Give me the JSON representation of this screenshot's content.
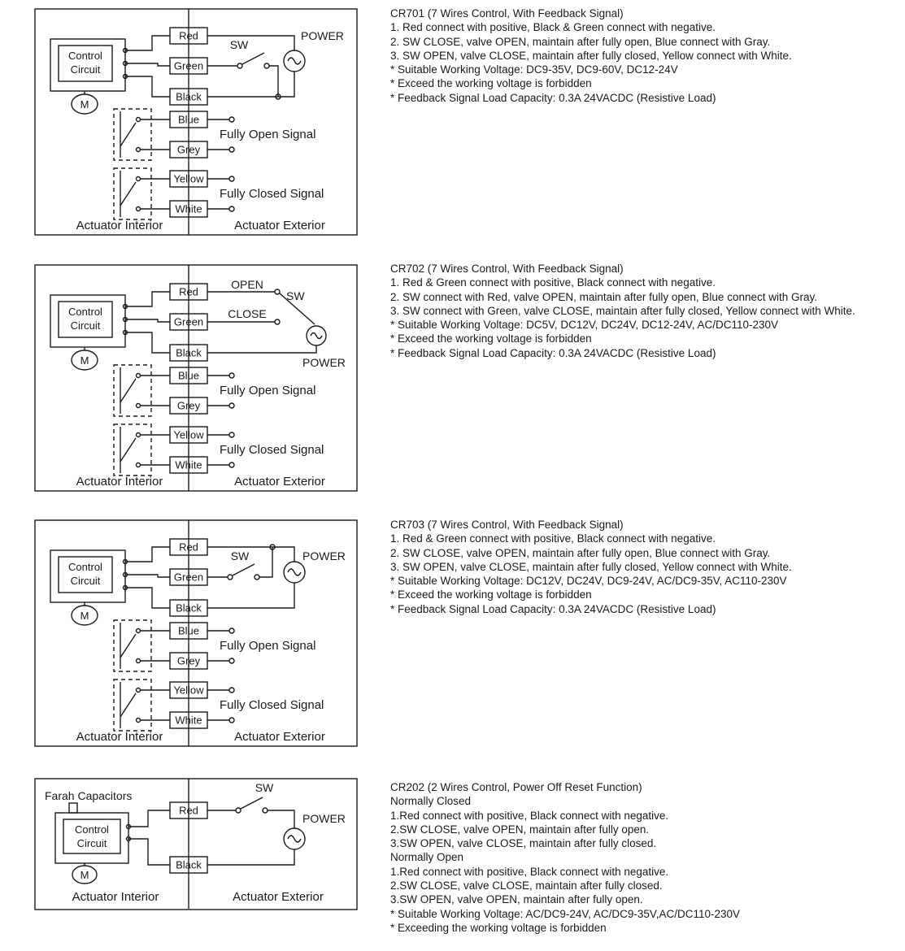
{
  "sections": [
    {
      "model": "CR701",
      "labels": {
        "control": "Control",
        "circuit": "Circuit",
        "motor": "M",
        "red": "Red",
        "green": "Green",
        "black": "Black",
        "blue": "Blue",
        "grey": "Grey",
        "yellow": "Yellow",
        "white": "White",
        "sw": "SW",
        "power": "POWER",
        "fully_open": "Fully Open Signal",
        "fully_closed": "Fully Closed Signal",
        "interior": "Actuator Interior",
        "exterior": "Actuator Exterior"
      },
      "notes": {
        "title": "CR701 (7 Wires Control, With Feedback Signal)",
        "lines": [
          "1. Red connect with positive, Black & Green connect with negative.",
          "2. SW CLOSE, valve OPEN, maintain after fully open, Blue connect with Gray.",
          "3. SW OPEN, valve CLOSE, maintain after fully closed, Yellow connect with White.",
          "* Suitable Working Voltage: DC9-35V, DC9-60V, DC12-24V",
          "* Exceed the working voltage is forbidden",
          "* Feedback Signal Load Capacity: 0.3A 24VACDC (Resistive Load)"
        ]
      }
    },
    {
      "model": "CR702",
      "labels": {
        "control": "Control",
        "circuit": "Circuit",
        "motor": "M",
        "red": "Red",
        "green": "Green",
        "black": "Black",
        "blue": "Blue",
        "grey": "Grey",
        "yellow": "Yellow",
        "white": "White",
        "open": "OPEN",
        "close": "CLOSE",
        "sw": "SW",
        "power": "POWER",
        "fully_open": "Fully Open Signal",
        "fully_closed": "Fully Closed Signal",
        "interior": "Actuator Interior",
        "exterior": "Actuator Exterior"
      },
      "notes": {
        "title": "CR702 (7 Wires Control, With Feedback Signal)",
        "lines": [
          "1. Red & Green connect with positive, Black connect with negative.",
          "2. SW connect with Red, valve OPEN, maintain after fully open, Blue connect with Gray.",
          "3. SW connect with Green, valve CLOSE, maintain after fully closed, Yellow connect with White.",
          "* Suitable Working Voltage: DC5V, DC12V, DC24V, DC12-24V, AC/DC110-230V",
          "* Exceed the working voltage is forbidden",
          "* Feedback Signal Load Capacity: 0.3A 24VACDC (Resistive Load)"
        ]
      }
    },
    {
      "model": "CR703",
      "labels": {
        "control": "Control",
        "circuit": "Circuit",
        "motor": "M",
        "red": "Red",
        "green": "Green",
        "black": "Black",
        "blue": "Blue",
        "grey": "Grey",
        "yellow": "Yellow",
        "white": "White",
        "sw": "SW",
        "power": "POWER",
        "fully_open": "Fully Open Signal",
        "fully_closed": "Fully Closed Signal",
        "interior": "Actuator Interior",
        "exterior": "Actuator Exterior"
      },
      "notes": {
        "title": "CR703 (7 Wires Control, With Feedback Signal)",
        "lines": [
          "1. Red & Green connect with positive, Black connect with negative.",
          "2. SW CLOSE, valve OPEN, maintain after fully open, Blue connect with Gray.",
          "3. SW OPEN, valve CLOSE, maintain after fully closed, Yellow connect with White.",
          "* Suitable Working Voltage: DC12V, DC24V, DC9-24V, AC/DC9-35V, AC110-230V",
          "* Exceed the working voltage is forbidden",
          "* Feedback Signal Load Capacity: 0.3A 24VACDC (Resistive Load)"
        ]
      }
    },
    {
      "model": "CR202",
      "labels": {
        "farah": "Farah Capacitors",
        "control": "Control",
        "circuit": "Circuit",
        "motor": "M",
        "red": "Red",
        "black": "Black",
        "sw": "SW",
        "power": "POWER",
        "interior": "Actuator Interior",
        "exterior": "Actuator Exterior"
      },
      "notes": {
        "title": "CR202 (2 Wires Control, Power Off Reset Function)",
        "lines": [
          "Normally Closed",
          "1.Red connect with positive, Black connect with negative.",
          "2.SW CLOSE, valve OPEN, maintain after fully open.",
          "3.SW OPEN, valve CLOSE, maintain after fully closed.",
          "Normally Open",
          "1.Red connect with positive, Black connect with negative.",
          "2.SW CLOSE, valve CLOSE, maintain after fully closed.",
          "3.SW OPEN, valve OPEN, maintain after fully open.",
          "* Suitable Working Voltage: AC/DC9-24V, AC/DC9-35V,AC/DC110-230V",
          "* Exceeding the working voltage is forbidden"
        ]
      }
    }
  ]
}
